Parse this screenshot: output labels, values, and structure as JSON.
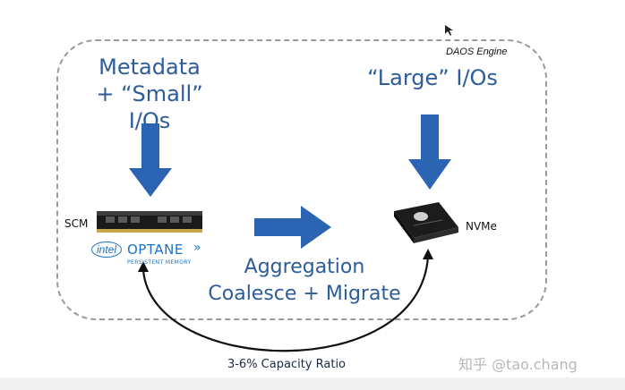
{
  "engine_label": "DAOS Engine",
  "left_title": [
    "Metadata",
    "+ “Small” I/Os"
  ],
  "right_title": "“Large” I/Os",
  "scm_label": "SCM",
  "nvme_label": "NVMe",
  "intel_logo": "intel",
  "optane_brand": "OPTANE",
  "optane_sub": "PERSISTENT MEMORY",
  "aggregation": [
    "Aggregation",
    "Coalesce + Migrate"
  ],
  "ratio_label": "3-6% Capacity Ratio",
  "watermark": "知乎 @tao.chang",
  "colors": {
    "arrow": "#2a64b2",
    "title_text": "#2d5c9a",
    "optane": "#1a73c8"
  }
}
